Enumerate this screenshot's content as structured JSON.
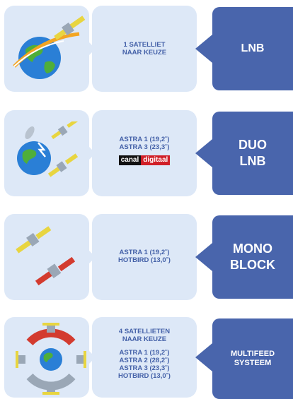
{
  "rows": [
    {
      "lines": [
        "1 SATELLIET",
        "NAAR KEUZE"
      ],
      "box_label": "LNB"
    },
    {
      "lines": [
        "ASTRA 1 (19,2˚)",
        "ASTRA 3 (23,3˚)"
      ],
      "logo_left": "canal",
      "logo_right": "digitaal",
      "box_label_line1": "DUO",
      "box_label_line2": "LNB"
    },
    {
      "lines": [
        "ASTRA 1 (19,2˚)",
        "HOTBIRD (13,0˚)"
      ],
      "box_label_line1": "MONO",
      "box_label_line2": "BLOCK"
    },
    {
      "lines": [
        "4 SATELLIETEN",
        "NAAR KEUZE",
        "ASTRA 1 (19,2˚)",
        "ASTRA 2 (28,2˚)",
        "ASTRA 3 (23,3˚)",
        "HOTBIRD (13,0˚)"
      ],
      "box_label_line1": "MULTIFEED",
      "box_label_line2": "SYSTEEM"
    }
  ],
  "colors": {
    "panel": "#dde8f7",
    "box": "#4965ac",
    "text": "#4461a8",
    "canal_black": "#111111",
    "canal_red": "#d01f27"
  }
}
